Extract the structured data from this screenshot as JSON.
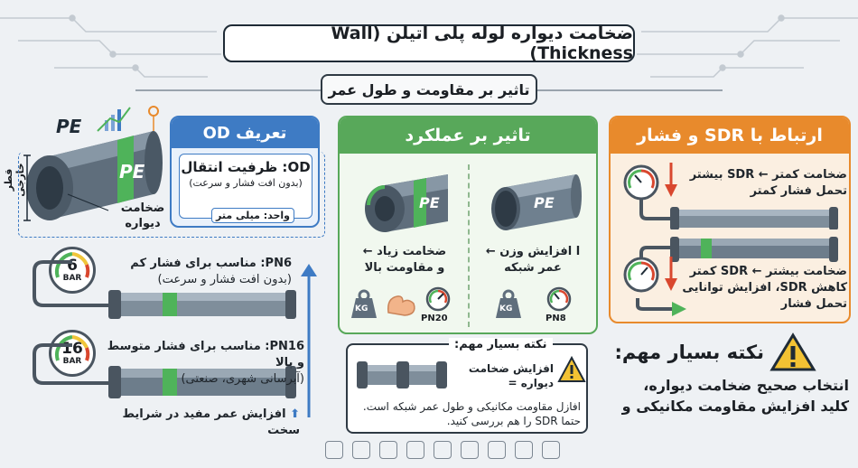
{
  "header": {
    "title": "ضخامت دیواره لوله پلی اتیلن (Wall Thickness)",
    "subtitle": "تاثیر بر مقاومت و طول عمر"
  },
  "od": {
    "title": "تعریف OD",
    "capacity": "OD: ظرفیت انتقال",
    "capacity_note": "(بدون افت فشار و سرعت)",
    "unit": "واحد: میلی متر",
    "outer_diameter_label": "قطر خارجی",
    "wall_label_1": "ضخامت",
    "wall_label_2": "دیواره",
    "pipe_text": "PE",
    "logo_text": "PE"
  },
  "pn": {
    "pn6": {
      "gauge_value": "6",
      "gauge_unit": "BAR",
      "line1": "PN6: مناسب برای فشار کم",
      "line2": "(بدون افت فشار و سرعت)"
    },
    "pn16": {
      "gauge_value": "16",
      "gauge_unit": "BAR",
      "line1": "PN16: مناسب برای فشار متوسط و بالا",
      "line2": "(آبرسانی شهری، صنعتی)"
    },
    "life": "افزایش عمر مفید در شرایط سخت"
  },
  "performance": {
    "title": "تاثیر بر عملکرد",
    "thick_1": "ضخامت زیاد ←",
    "thick_2": "و مقاومت بالا",
    "thin_1": "ا افزایش وزن ←",
    "thin_2": "عمر شبکه",
    "pipe_text": "PE",
    "kg": "KG",
    "pn20": "PN20",
    "pn8": "PN8"
  },
  "note_center": {
    "title": "نکته بسیار مهم:",
    "line1": "افزایش ضخامت دیواره =",
    "line2": "افازل مقاومت مکانیکی و طول عمر شبکه است.",
    "line3": "حتما SDR را هم بررسی کنید."
  },
  "sdr": {
    "title": "ارتباط با SDR و فشار",
    "a1": "ضخامت کمتر ← SDR بیشتر",
    "a2": "تحمل فشار کمتر",
    "b1": "ضخامت بیشتر ← SDR کمتر",
    "b2": "کاهش SDR، افزایش توانایی",
    "b3": "تحمل فشار"
  },
  "note_right": {
    "title": "نکته بسیار مهم:",
    "line1": "انتخاب صحیح ضخامت دیواره،",
    "line2": "کلید افزایش مقاومت مکانیکی و"
  },
  "colors": {
    "blue": "#3e7bc4",
    "green": "#58a85a",
    "orange": "#e88a2c",
    "pipe": "#6d7d8b",
    "band": "#4fb35a"
  }
}
